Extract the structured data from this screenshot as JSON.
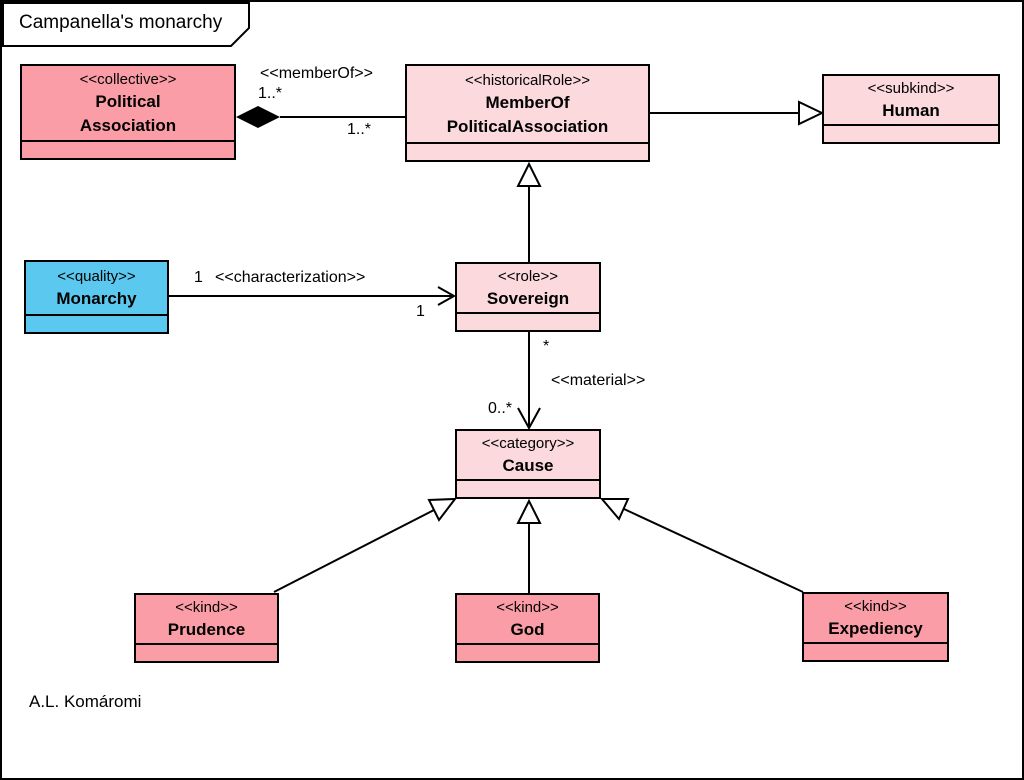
{
  "frame": {
    "title": "Campanella's monarchy",
    "attribution": "A.L. Komáromi"
  },
  "colors": {
    "salmon": "#FB9DA6",
    "light_pink": "#FBD9DD",
    "blue": "#5BC9EF",
    "line": "#000000",
    "background": "#FFFFFF"
  },
  "classes": [
    {
      "stereotype": "<<collective>>",
      "name_lines": [
        "Political",
        "Association"
      ],
      "fill": "salmon"
    },
    {
      "stereotype": "<<historicalRole>>",
      "name_lines": [
        "MemberOf",
        "PoliticalAssociation"
      ],
      "fill": "light_pink"
    },
    {
      "stereotype": "<<subkind>>",
      "name_lines": [
        "Human"
      ],
      "fill": "light_pink"
    },
    {
      "stereotype": "<<quality>>",
      "name_lines": [
        "Monarchy"
      ],
      "fill": "blue"
    },
    {
      "stereotype": "<<role>>",
      "name_lines": [
        "Sovereign"
      ],
      "fill": "light_pink"
    },
    {
      "stereotype": "<<category>>",
      "name_lines": [
        "Cause"
      ],
      "fill": "light_pink"
    },
    {
      "stereotype": "<<kind>>",
      "name_lines": [
        "Prudence"
      ],
      "fill": "salmon"
    },
    {
      "stereotype": "<<kind>>",
      "name_lines": [
        "God"
      ],
      "fill": "salmon"
    },
    {
      "stereotype": "<<kind>>",
      "name_lines": [
        "Expediency"
      ],
      "fill": "salmon"
    }
  ],
  "edges": {
    "memberof": {
      "stereotype_label": "<<memberOf>>",
      "source_multiplicity": "1..*",
      "target_multiplicity": "1..*"
    },
    "characterization": {
      "stereotype_label": "<<characterization>>",
      "source_multiplicity": "1",
      "target_multiplicity": "1"
    },
    "material": {
      "stereotype_label": "<<material>>",
      "source_multiplicity": "*",
      "target_multiplicity": "0..*"
    }
  }
}
